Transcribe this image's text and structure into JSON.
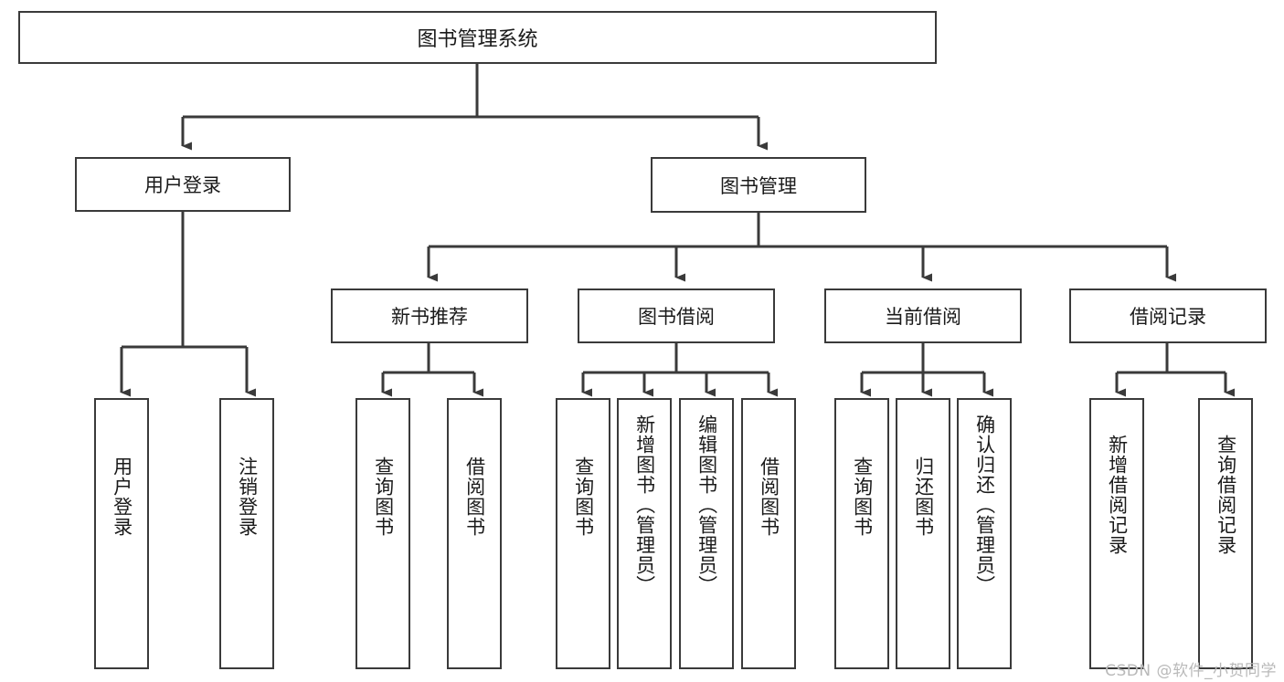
{
  "diagram": {
    "type": "tree",
    "title": "图书管理系统",
    "watermark": "CSDN @软件_小贺同学",
    "colors": {
      "background": "#ffffff",
      "node_fill": "#ffffff",
      "node_stroke": "#3a3a3a",
      "edge_stroke": "#3a3a3a",
      "text": "#1a1a1a",
      "watermark": "#b9b9b9"
    },
    "root": {
      "label": "图书管理系统"
    },
    "level2": [
      {
        "label": "用户登录"
      },
      {
        "label": "图书管理"
      }
    ],
    "level3": [
      {
        "label": "新书推荐"
      },
      {
        "label": "图书借阅"
      },
      {
        "label": "当前借阅"
      },
      {
        "label": "借阅记录"
      }
    ],
    "leaves": {
      "user_login": [
        {
          "label": "用户登录"
        },
        {
          "label": "注销登录"
        }
      ],
      "new_book_recommend": [
        {
          "label": "查询图书"
        },
        {
          "label": "借阅图书"
        }
      ],
      "book_borrow": [
        {
          "label": "查询图书"
        },
        {
          "label": "新增图书（管理员）"
        },
        {
          "label": "编辑图书（管理员）"
        },
        {
          "label": "借阅图书"
        }
      ],
      "current_borrow": [
        {
          "label": "查询图书"
        },
        {
          "label": "归还图书"
        },
        {
          "label": "确认归还（管理员）"
        }
      ],
      "borrow_record": [
        {
          "label": "新增借阅记录"
        },
        {
          "label": "查询借阅记录"
        }
      ]
    }
  }
}
